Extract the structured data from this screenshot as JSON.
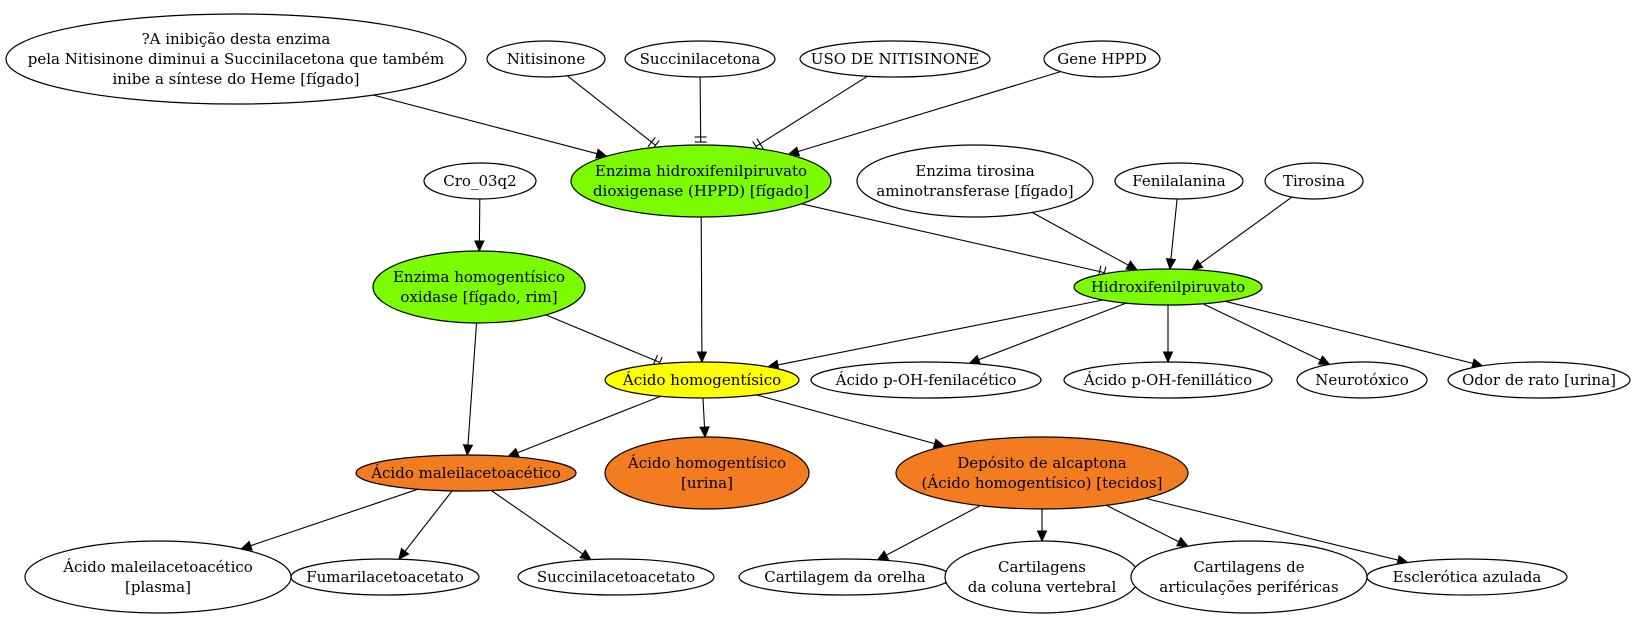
{
  "colors": {
    "default_fill": "#ffffff",
    "green": "#7cfc00",
    "yellow": "#ffff00",
    "orange": "#f47c20",
    "stroke": "#000000"
  },
  "nodes": {
    "inhibition_note": {
      "lines": [
        "?A inibição desta enzima",
        "pela Nitisinone diminui a Succinilacetona que também",
        "inibe a síntese do Heme [fígado]"
      ],
      "fill": "default_fill"
    },
    "nitisinone": {
      "lines": [
        "Nitisinone"
      ],
      "fill": "default_fill"
    },
    "succinilacetona": {
      "lines": [
        "Succinilacetona"
      ],
      "fill": "default_fill"
    },
    "uso_nitisinone": {
      "lines": [
        "USO DE NITISINONE"
      ],
      "fill": "default_fill"
    },
    "gene_hppd": {
      "lines": [
        "Gene HPPD"
      ],
      "fill": "default_fill"
    },
    "enzima_hppd": {
      "lines": [
        "Enzima hidroxifenilpiruvato",
        "dioxigenase (HPPD) [fígado]"
      ],
      "fill": "green"
    },
    "cro_03q2": {
      "lines": [
        "Cro_03q2"
      ],
      "fill": "default_fill"
    },
    "enzima_tirosina": {
      "lines": [
        "Enzima tirosina",
        "aminotransferase [fígado]"
      ],
      "fill": "default_fill"
    },
    "fenilalanina": {
      "lines": [
        "Fenilalanina"
      ],
      "fill": "default_fill"
    },
    "tirosina": {
      "lines": [
        "Tirosina"
      ],
      "fill": "default_fill"
    },
    "enzima_hgo": {
      "lines": [
        "Enzima homogentísico",
        "oxidase [fígado, rim]"
      ],
      "fill": "green"
    },
    "hidroxifenilpiruvato": {
      "lines": [
        "Hidroxifenilpiruvato"
      ],
      "fill": "green"
    },
    "acido_homogentisico": {
      "lines": [
        "Ácido homogentísico"
      ],
      "fill": "yellow"
    },
    "poh_fenilacetico": {
      "lines": [
        "Ácido p-OH-fenilacético"
      ],
      "fill": "default_fill"
    },
    "poh_fenillatico": {
      "lines": [
        "Ácido p-OH-fenillático"
      ],
      "fill": "default_fill"
    },
    "neurotoxico": {
      "lines": [
        "Neurotóxico"
      ],
      "fill": "default_fill"
    },
    "odor_rato": {
      "lines": [
        "Odor de rato [urina]"
      ],
      "fill": "default_fill"
    },
    "maleilacetoacetico": {
      "lines": [
        "Ácido maleilacetoacético"
      ],
      "fill": "orange"
    },
    "homogentisico_urina": {
      "lines": [
        "Ácido homogentísico",
        "[urina]"
      ],
      "fill": "orange"
    },
    "deposito_alcaptona": {
      "lines": [
        "Depósito de alcaptona",
        "(Ácido homogentísico) [tecidos]"
      ],
      "fill": "orange"
    },
    "maleil_plasma": {
      "lines": [
        "Ácido maleilacetoacético",
        "[plasma]"
      ],
      "fill": "default_fill"
    },
    "fumarilacetoacetato": {
      "lines": [
        "Fumarilacetoacetato"
      ],
      "fill": "default_fill"
    },
    "succinilacetoacetato": {
      "lines": [
        "Succinilacetoacetato"
      ],
      "fill": "default_fill"
    },
    "cartilagem_orelha": {
      "lines": [
        "Cartilagem da orelha"
      ],
      "fill": "default_fill"
    },
    "cartilagens_coluna": {
      "lines": [
        "Cartilagens",
        "da coluna vertebral"
      ],
      "fill": "default_fill"
    },
    "cartilagens_articulacoes": {
      "lines": [
        "Cartilagens de",
        "articulações periféricas"
      ],
      "fill": "default_fill"
    },
    "esclerotica": {
      "lines": [
        "Esclerótica azulada"
      ],
      "fill": "default_fill"
    }
  },
  "edges": [
    {
      "from": "inhibition_note",
      "to": "enzima_hppd",
      "head": "arrow"
    },
    {
      "from": "nitisinone",
      "to": "enzima_hppd",
      "head": "tee"
    },
    {
      "from": "succinilacetona",
      "to": "enzima_hppd",
      "head": "tee"
    },
    {
      "from": "uso_nitisinone",
      "to": "enzima_hppd",
      "head": "tee"
    },
    {
      "from": "gene_hppd",
      "to": "enzima_hppd",
      "head": "arrow"
    },
    {
      "from": "cro_03q2",
      "to": "enzima_hgo",
      "head": "arrow"
    },
    {
      "from": "enzima_hppd",
      "to": "acido_homogentisico",
      "head": "arrow"
    },
    {
      "from": "enzima_hppd",
      "to": "hidroxifenilpiruvato",
      "head": "tee"
    },
    {
      "from": "enzima_tirosina",
      "to": "hidroxifenilpiruvato",
      "head": "arrow"
    },
    {
      "from": "fenilalanina",
      "to": "hidroxifenilpiruvato",
      "head": "arrow"
    },
    {
      "from": "tirosina",
      "to": "hidroxifenilpiruvato",
      "head": "arrow"
    },
    {
      "from": "enzima_hgo",
      "to": "acido_homogentisico",
      "head": "tee"
    },
    {
      "from": "enzima_hgo",
      "to": "maleilacetoacetico",
      "head": "arrow"
    },
    {
      "from": "hidroxifenilpiruvato",
      "to": "acido_homogentisico",
      "head": "arrow"
    },
    {
      "from": "hidroxifenilpiruvato",
      "to": "poh_fenilacetico",
      "head": "arrow"
    },
    {
      "from": "hidroxifenilpiruvato",
      "to": "poh_fenillatico",
      "head": "arrow"
    },
    {
      "from": "hidroxifenilpiruvato",
      "to": "neurotoxico",
      "head": "arrow"
    },
    {
      "from": "hidroxifenilpiruvato",
      "to": "odor_rato",
      "head": "arrow"
    },
    {
      "from": "acido_homogentisico",
      "to": "maleilacetoacetico",
      "head": "arrow"
    },
    {
      "from": "acido_homogentisico",
      "to": "homogentisico_urina",
      "head": "arrow"
    },
    {
      "from": "acido_homogentisico",
      "to": "deposito_alcaptona",
      "head": "arrow"
    },
    {
      "from": "maleilacetoacetico",
      "to": "maleil_plasma",
      "head": "arrow"
    },
    {
      "from": "maleilacetoacetico",
      "to": "fumarilacetoacetato",
      "head": "arrow"
    },
    {
      "from": "maleilacetoacetico",
      "to": "succinilacetoacetato",
      "head": "arrow"
    },
    {
      "from": "deposito_alcaptona",
      "to": "cartilagem_orelha",
      "head": "arrow"
    },
    {
      "from": "deposito_alcaptona",
      "to": "cartilagens_coluna",
      "head": "arrow"
    },
    {
      "from": "deposito_alcaptona",
      "to": "cartilagens_articulacoes",
      "head": "arrow"
    },
    {
      "from": "deposito_alcaptona",
      "to": "esclerotica",
      "head": "arrow"
    }
  ]
}
